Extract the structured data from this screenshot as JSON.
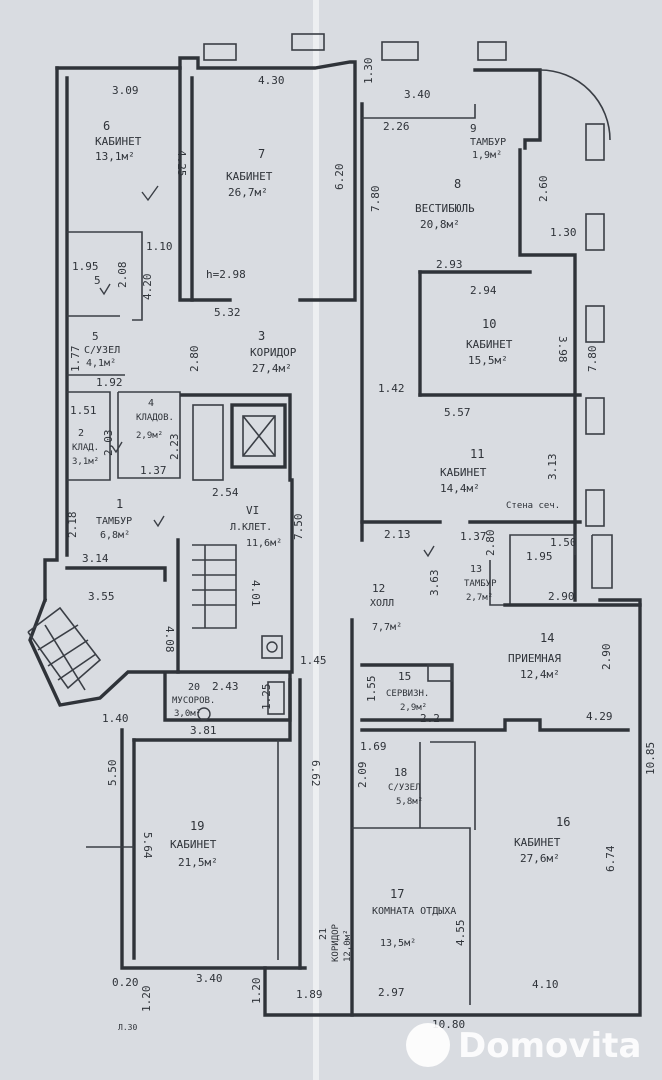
{
  "rooms": [
    {
      "num": "6",
      "name": "КАБИНЕТ",
      "area": "13,1м²"
    },
    {
      "num": "7",
      "name": "КАБИНЕТ",
      "area": "26,7м²"
    },
    {
      "num": "8",
      "name": "ВЕСТИБЮЛЬ",
      "area": "20,8м²"
    },
    {
      "num": "9",
      "name": "ТАМБУР",
      "area": "1,9м²"
    },
    {
      "num": "10",
      "name": "КАБИНЕТ",
      "area": "15,5м²"
    },
    {
      "num": "11",
      "name": "КАБИНЕТ",
      "area": "14,4м²"
    },
    {
      "num": "3",
      "name": "КОРИДОР",
      "area": "27,4м²"
    },
    {
      "num": "5",
      "name": "",
      "area": ""
    },
    {
      "num": "5",
      "name": "С/УЗЕЛ",
      "area": "4,1м²"
    },
    {
      "num": "4",
      "name": "КЛАДОВ.",
      "area": "2,9м²"
    },
    {
      "num": "2",
      "name": "КЛАД.",
      "area": "3,1м²"
    },
    {
      "num": "1",
      "name": "ТАМБУР",
      "area": "6,8м²"
    },
    {
      "num": "VI",
      "name": "Л.КЛЕТ.",
      "area": "11,6м²"
    },
    {
      "num": "12",
      "name": "ХОЛЛ",
      "area": "7,7м²"
    },
    {
      "num": "13",
      "name": "ТАМБУР",
      "area": "2,7м²"
    },
    {
      "num": "14",
      "name": "ПРИЕМНАЯ",
      "area": "12,4м²"
    },
    {
      "num": "15",
      "name": "СЕРВИЗН.",
      "area": "2,9м²"
    },
    {
      "num": "20",
      "name": "МУСОРОВ.",
      "area": "3,0м²"
    },
    {
      "num": "19",
      "name": "КАБИНЕТ",
      "area": "21,5м²"
    },
    {
      "num": "18",
      "name": "С/УЗЕЛ",
      "area": "5,8м²"
    },
    {
      "num": "16",
      "name": "КАБИНЕТ",
      "area": "27,6м²"
    },
    {
      "num": "17",
      "name": "КОМНАТА ОТДЫХА",
      "area": "13,5м²"
    },
    {
      "num": "21",
      "name": "КОРИДОР",
      "area": "12,0м²"
    }
  ],
  "dimensions": [
    "3.09",
    "4.30",
    "1.30",
    "3.40",
    "2.26",
    "4.25",
    "6.20",
    "7.80",
    "2.60",
    "1.30",
    "1.10",
    "1.95",
    "2.08",
    "4.20",
    "2.93",
    "2.94",
    "h=2.98",
    "5.32",
    "3.98",
    "7.80",
    "1.77",
    "1.92",
    "2.80",
    "1.42",
    "5.57",
    "1.51",
    "2.03",
    "2.23",
    "1.37",
    "3.13",
    "2.54",
    "2.18",
    "3.14",
    "2.13",
    "1.37",
    "2.80",
    "1.95",
    "1.50",
    "3.55",
    "4.08",
    "4.01",
    "7.50",
    "3.63",
    "2.90",
    "1.45",
    "2.43",
    "1.25",
    "1.55",
    "2.90",
    "1.40",
    "3.81",
    "6.62",
    "2.2",
    "1.69",
    "4.29",
    "5.50",
    "5.64",
    "2.09",
    "10.85",
    "6.74",
    "4.55",
    "0.20",
    "3.40",
    "1.20",
    "1.20",
    "1.89",
    "2.97",
    "4.10",
    "10.80"
  ],
  "notes": {
    "wall_note": "Стена сеч.",
    "height": "h=2.98",
    "sig": "Л.30"
  },
  "watermark": {
    "brand": "Domovita"
  },
  "colors": {
    "paper": "#d9dce1",
    "ink": "#2f3339",
    "watermark": "#ffffff"
  }
}
